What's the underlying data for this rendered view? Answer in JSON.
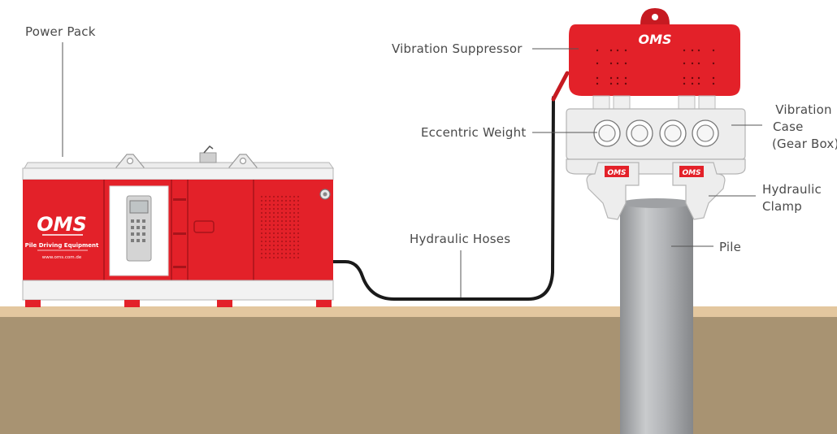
{
  "labels": {
    "power_pack": "Power Pack",
    "vibration_suppressor": "Vibration Suppressor",
    "eccentric_weight": "Eccentric Weight",
    "vibration_case_line1": "Vibration",
    "vibration_case_line2": "Case",
    "vibration_case_line3": "(Gear Box)",
    "hydraulic_clamp_line1": "Hydraulic",
    "hydraulic_clamp_line2": "Clamp",
    "hydraulic_hoses": "Hydraulic Hoses",
    "pile": "Pile"
  },
  "brand": {
    "logo_text": "OMS",
    "tagline": "Pile Driving Equipment",
    "website": "www.oms.com.de"
  },
  "colors": {
    "machine_red": "#e32129",
    "ground_top": "#e3c79f",
    "ground": "#a89372",
    "pile_gray": "#a7a9ac",
    "case_gray": "#ededed",
    "frame_outline": "#b5b5b5",
    "hose_black": "#1a1a1a",
    "leader_line": "#555555"
  }
}
